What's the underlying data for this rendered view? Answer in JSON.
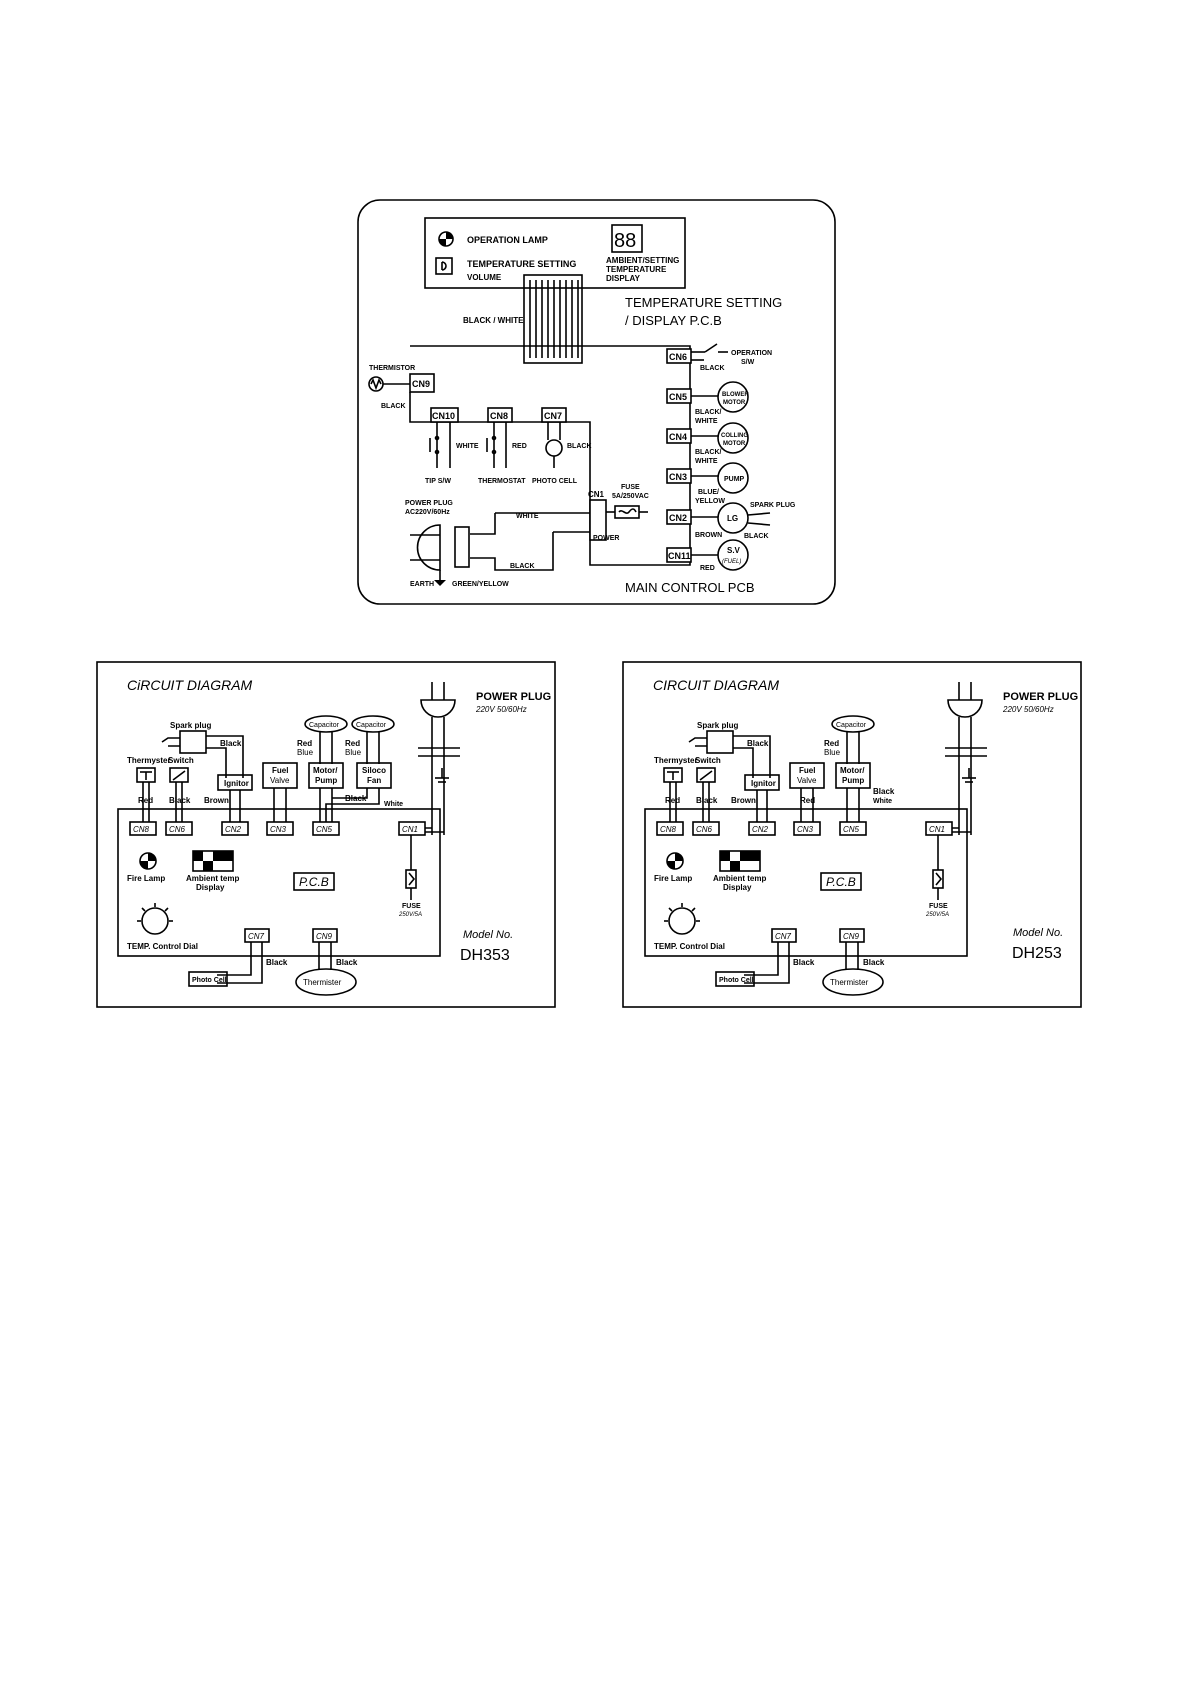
{
  "top": {
    "operation_lamp": "OPERATION LAMP",
    "temp_setting": "TEMPERATURE SETTING",
    "volume": "VOLUME",
    "digits": "88",
    "ambient1": "AMBIENT/SETTING",
    "ambient2": "TEMPERATURE",
    "ambient3": "DISPLAY",
    "tsd1": "TEMPERATURE SETTING",
    "tsd2": "/ DISPLAY  P.C.B",
    "black_white": "BLACK / WHITE",
    "thermistor": "THERMISTOR",
    "black": "BLACK",
    "cn9": "CN9",
    "cn10": "CN10",
    "cn8": "CN8",
    "cn7": "CN7",
    "white": "WHITE",
    "red": "RED",
    "tip": "TIP S/W",
    "thermostat": "THERMOSTAT",
    "photocell": "PHOTO CELL",
    "fuse1": "FUSE",
    "fuse2": "5A/250VAC",
    "cn1": "CN1",
    "power": "POWER",
    "plug1": "POWER PLUG",
    "plug2": "AC220V/60Hz",
    "earth": "EARTH",
    "green_yellow": "GREEN/YELLOW",
    "main_pcb": "MAIN CONTROL PCB",
    "cn6": "CN6",
    "operation_sw1": "OPERATION",
    "operation_sw2": "S/W",
    "cn5": "CN5",
    "blower1": "BLOWER",
    "blower2": "MOTOR",
    "black_white2a": "BLACK/",
    "black_white2b": "WHITE",
    "cn4": "CN4",
    "colling1": "COLLING",
    "colling2": "MOTOR",
    "cn3": "CN3",
    "pump": "PUMP",
    "blue": "BLUE/",
    "yellow": "YELLOW",
    "cn2": "CN2",
    "lg": "LG",
    "spark": "SPARK PLUG",
    "brown": "BROWN",
    "cn11": "CN11",
    "sv": "S.V",
    "fuel": "(FUEL)"
  },
  "left": {
    "title": "CiRCUIT DIAGRAM",
    "power_plug": "POWER PLUG",
    "power_spec": "220V   50/60Hz",
    "spark": "Spark plug",
    "black": "Black",
    "capacitor1": "Capacitor",
    "capacitor2": "Capacitor",
    "red1": "Red",
    "blue1": "Blue",
    "red2": "Red",
    "blue2": "Blue",
    "thermyster": "Thermyster",
    "switch": "Switch",
    "ignitor": "Ignitor",
    "fuel1": "Fuel",
    "fuel2": "Valve",
    "motor1": "Motor/",
    "motor2": "Pump",
    "sirocco1": "Siloco",
    "sirocco2": "Fan",
    "red": "Red",
    "black2": "Black",
    "brown": "Brown",
    "black3": "Black",
    "white": "White",
    "cn8": "CN8",
    "cn6": "CN6",
    "cn2": "CN2",
    "cn3": "CN3",
    "cn5": "CN5",
    "cn1": "CN1",
    "fire_lamp": "Fire Lamp",
    "ambient1": "Ambient temp",
    "ambient2": "Display",
    "pcb": "P.C.B",
    "fuse": "FUSE",
    "fuse_spec": "250V/5A",
    "model_no": "Model No.",
    "model": "DH353",
    "temp_dial": "TEMP. Control Dial",
    "cn7": "CN7",
    "cn9": "CN9",
    "black4": "Black",
    "black5": "Black",
    "photo_cell": "Photo Cell",
    "thermister": "Thermister"
  },
  "right": {
    "title": "CIRCUIT DIAGRAM",
    "power_plug": "POWER PLUG",
    "power_spec": "220V   50/60Hz",
    "spark": "Spark plug",
    "black": "Black",
    "capacitor": "Capacitor",
    "red1": "Red",
    "blue1": "Blue",
    "thermyster": "Thermyster",
    "switch": "Switch",
    "ignitor": "Ignitor",
    "fuel1": "Fuel",
    "fuel2": "Valve",
    "motor1": "Motor/",
    "motor2": "Pump",
    "black2": "Black",
    "white": "White",
    "red": "Red",
    "black3": "Black",
    "brown": "Brown",
    "red2": "Red",
    "cn8": "CN8",
    "cn6": "CN6",
    "cn2": "CN2",
    "cn3": "CN3",
    "cn5": "CN5",
    "cn1": "CN1",
    "fire_lamp": "Fire Lamp",
    "ambient1": "Ambient temp",
    "ambient2": "Display",
    "pcb": "P.C.B",
    "fuse": "FUSE",
    "fuse_spec": "250V/5A",
    "model_no": "Model No.",
    "model": "DH253",
    "temp_dial": "TEMP. Control Dial",
    "cn7": "CN7",
    "cn9": "CN9",
    "black4": "Black",
    "black5": "Black",
    "photo_cell": "Photo Cell",
    "thermister": "Thermister"
  }
}
